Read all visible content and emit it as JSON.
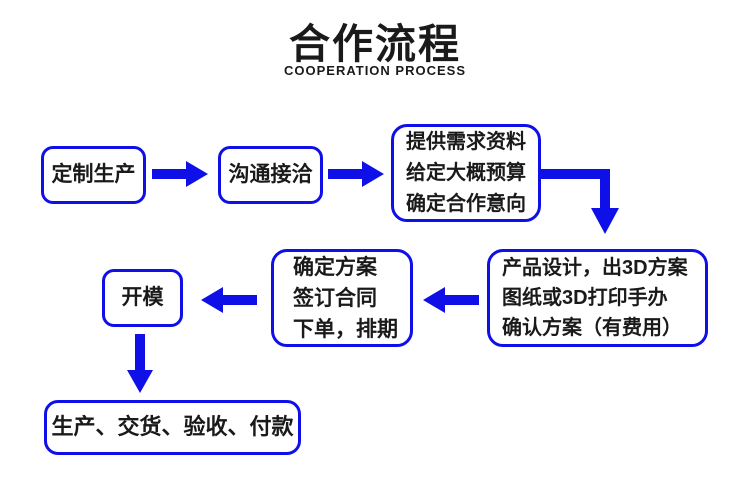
{
  "colors": {
    "accent": "#0f0fe8",
    "text": "#1a1a1a",
    "background": "#ffffff"
  },
  "header": {
    "title": "合作流程",
    "subtitle": "COOPERATION PROCESS"
  },
  "steps": {
    "step1": {
      "label": "定制生产"
    },
    "step2": {
      "label": "沟通接洽"
    },
    "step3": {
      "lines": [
        "提供需求资料",
        "给定大概预算",
        "确定合作意向"
      ]
    },
    "step4": {
      "lines": [
        "产品设计，出3D方案",
        "图纸或3D打印手办",
        "确认方案（有费用）"
      ]
    },
    "step5": {
      "lines": [
        "确定方案",
        "签订合同",
        "下单，排期"
      ]
    },
    "step6": {
      "label": "开模"
    },
    "step7": {
      "label": "生产、交货、验收、付款"
    }
  },
  "arrows": [
    {
      "from": "step1",
      "to": "step2",
      "direction": "right"
    },
    {
      "from": "step2",
      "to": "step3",
      "direction": "right"
    },
    {
      "from": "step3",
      "to": "step4",
      "direction": "elbow-right-down"
    },
    {
      "from": "step4",
      "to": "step5",
      "direction": "left"
    },
    {
      "from": "step5",
      "to": "step6",
      "direction": "left"
    },
    {
      "from": "step6",
      "to": "step7",
      "direction": "down"
    }
  ]
}
